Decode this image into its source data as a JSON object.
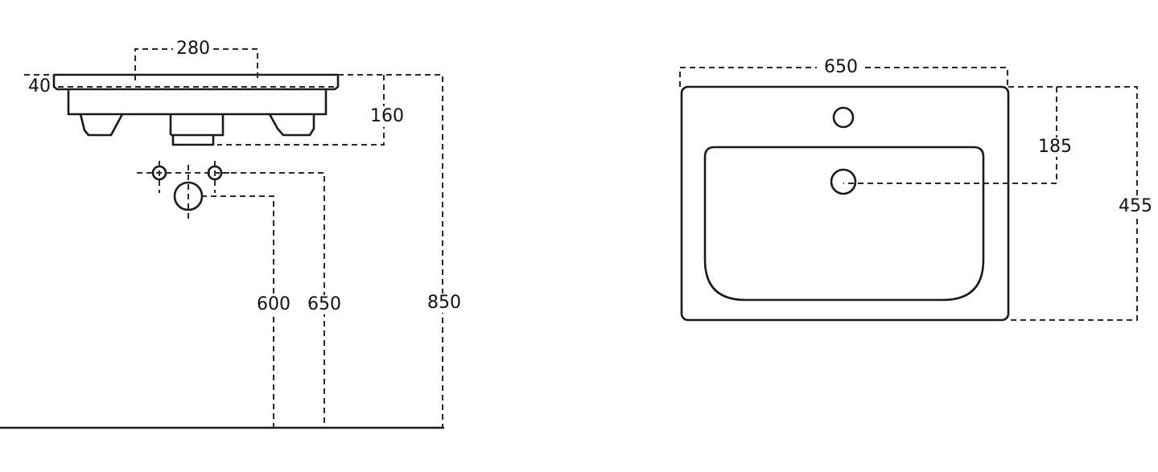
{
  "side_view": {
    "dim_tap_spacing": "280",
    "dim_rim_thickness": "40",
    "dim_depth": "160",
    "dim_height_600": "600",
    "dim_height_650": "650",
    "dim_height_850": "850"
  },
  "top_view": {
    "dim_width": "650",
    "dim_tap_to_drain": "185",
    "dim_depth": "455"
  },
  "colors": {
    "line": "#1a1a1a",
    "background": "#ffffff"
  }
}
